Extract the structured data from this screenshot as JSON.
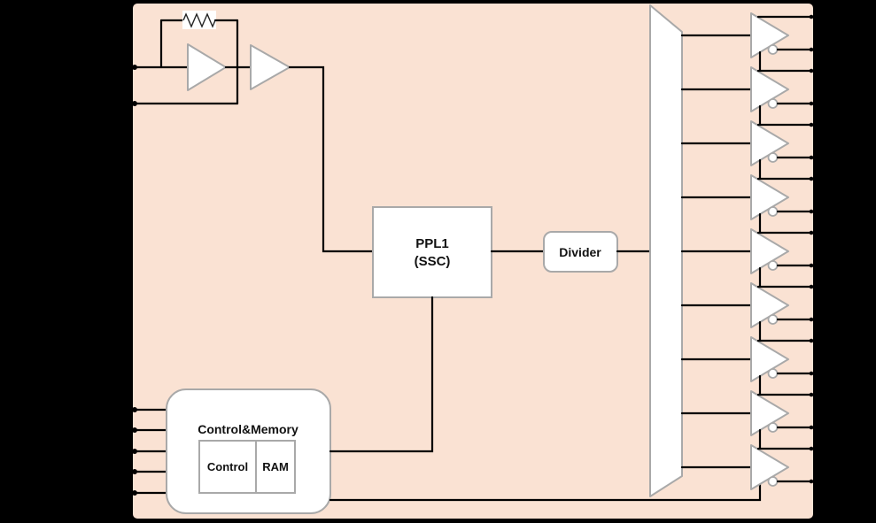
{
  "diagram": {
    "title": "clock-generator-block-diagram",
    "pll_block": {
      "line1": "PPL1",
      "line2": "(SSC)"
    },
    "divider_block": {
      "label": "Divider"
    },
    "control_memory_block": {
      "title": "Control&Memory",
      "control_label": "Control",
      "ram_label": "RAM"
    }
  },
  "colors": {
    "background": "#000000",
    "chip_fill": "#FAE2D3",
    "block_fill": "#FFFFFF",
    "block_stroke": "#A9A9A9",
    "wire": "#000000"
  },
  "structure": {
    "crystal_input_pins": 2,
    "control_input_pins": 5,
    "output_buffers": 9,
    "output_pins_per_buffer": 2,
    "output_pins_total": 18
  }
}
